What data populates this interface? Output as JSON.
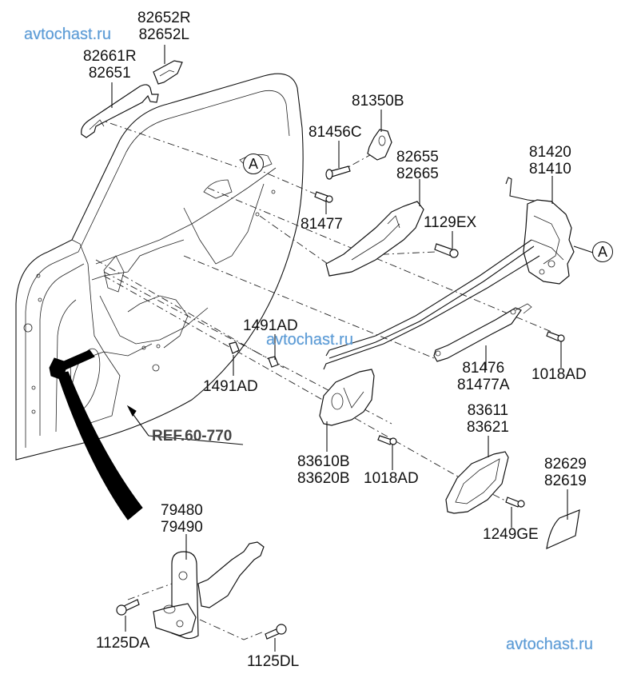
{
  "watermarks": [
    "avtochast.ru",
    "avtochast.ru",
    "avtochast.ru"
  ],
  "reference": "REF.60-770",
  "callout_marker": "A",
  "parts": {
    "outside_handle_cover": [
      "82652R",
      "82652L"
    ],
    "outside_handle": [
      "82661R",
      "82651"
    ],
    "striker_plate": [
      "81350B"
    ],
    "striker_screw": [
      "81456C"
    ],
    "handle_bracket": [
      "82655",
      "82665"
    ],
    "screw_81477": [
      "81477"
    ],
    "bolt_1129ex": [
      "1129EX"
    ],
    "door_latch": [
      "81420",
      "81410"
    ],
    "clip_upper": [
      "1491AD"
    ],
    "clip_lower": [
      "1491AD"
    ],
    "latch_cable": [
      "81476",
      "81477A"
    ],
    "screw_1018ad_right": [
      "1018AD"
    ],
    "inside_handle": [
      "83610B",
      "83620B"
    ],
    "screw_1018ad_lower": [
      "1018AD"
    ],
    "inside_handle_bezel": [
      "83611",
      "83621"
    ],
    "screw_1249ge": [
      "1249GE"
    ],
    "cover_pad": [
      "82629",
      "82619"
    ],
    "door_checker": [
      "79480",
      "79490"
    ],
    "bolt_1125da": [
      "1125DA"
    ],
    "bolt_1125dl": [
      "1125DL"
    ]
  }
}
